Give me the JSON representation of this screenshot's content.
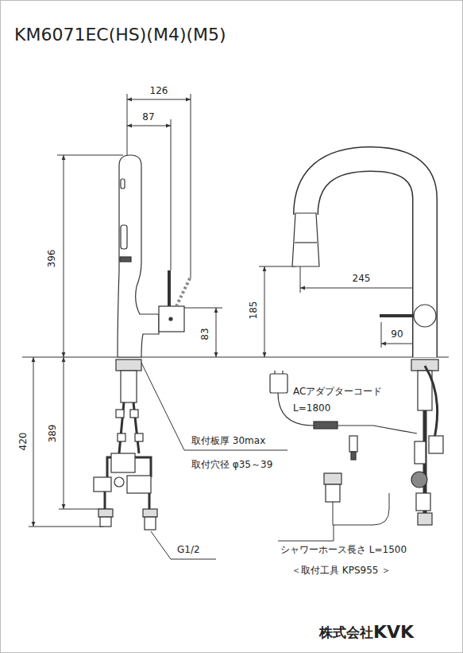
{
  "diagram": {
    "title": "KM6071EC(HS)(M4)(M5)",
    "labels": [
      "126",
      "87",
      "396",
      "83",
      "245",
      "185",
      "90",
      "420",
      "389",
      "取付板厚 30max",
      "取付穴径 φ35～39",
      "ACアダプターコード",
      "L=1800",
      "G1/2",
      "シャワーホース長さ L=1500",
      "＜取付工具 KPS955 ＞",
      "株式会社",
      "KVK"
    ]
  }
}
